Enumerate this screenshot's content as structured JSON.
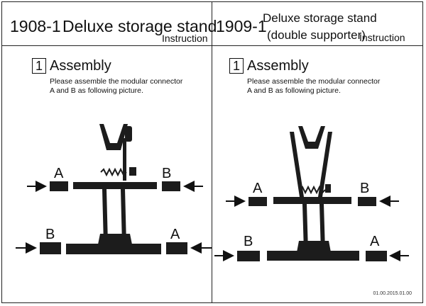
{
  "left": {
    "model": "1908-1",
    "title": "Deluxe storage stand",
    "instruction": "Instruction",
    "step_number": "1",
    "step_title": "Assembly",
    "desc_line1": "Please assemble the modular connector",
    "desc_line2": "A and B as following picture.",
    "labels": {
      "top_left": "A",
      "top_right": "B",
      "bottom_left": "B",
      "bottom_right": "A"
    }
  },
  "right": {
    "model": "1909-1",
    "title": "Deluxe storage stand",
    "subtitle": "(double supporter)",
    "instruction": "Instruction",
    "step_number": "1",
    "step_title": "Assembly",
    "desc_line1": "Please assemble the modular connector",
    "desc_line2": "A and B as following picture.",
    "labels": {
      "top_left": "A",
      "top_right": "B",
      "bottom_left": "B",
      "bottom_right": "A"
    }
  },
  "footer": "01.00.2015.01.00",
  "colors": {
    "ink": "#111111",
    "part": "#1c1c1c"
  }
}
